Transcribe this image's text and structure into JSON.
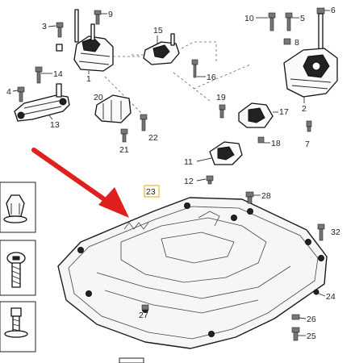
{
  "callouts": {
    "c1": "1",
    "c2": "2",
    "c3": "3",
    "c4": "4",
    "c5": "5",
    "c6": "6",
    "c7": "7",
    "c8": "8",
    "c9": "9",
    "c10": "10",
    "c11": "11",
    "c12": "12",
    "c13": "13",
    "c14": "14",
    "c15": "15",
    "c16": "16",
    "c17": "17",
    "c18": "18",
    "c19": "19",
    "c20": "20",
    "c21": "21",
    "c22": "22",
    "c23": "23",
    "c24": "24",
    "c25": "25",
    "c26": "26",
    "c27": "27",
    "c28": "28",
    "c32": "32"
  },
  "colors": {
    "arrow": "#e0201e",
    "highlight": "#e0a800",
    "line": "#1a1a1a"
  }
}
